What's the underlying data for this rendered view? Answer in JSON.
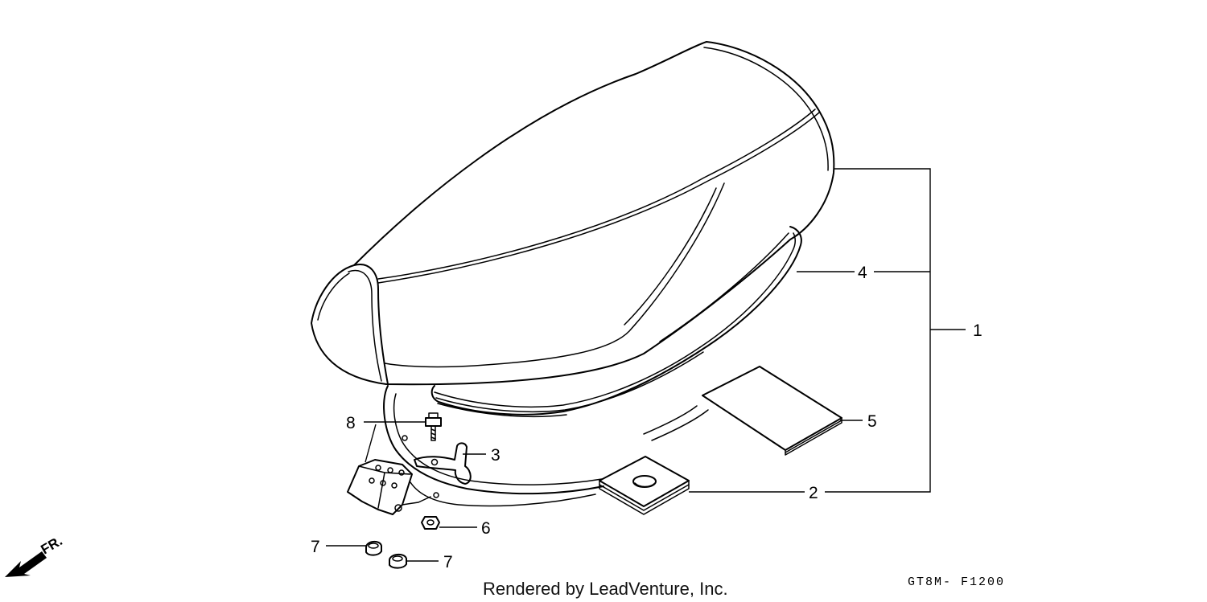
{
  "diagram": {
    "callouts": [
      {
        "id": "1",
        "label": "1"
      },
      {
        "id": "2",
        "label": "2"
      },
      {
        "id": "3",
        "label": "3"
      },
      {
        "id": "4",
        "label": "4"
      },
      {
        "id": "5",
        "label": "5"
      },
      {
        "id": "6",
        "label": "6"
      },
      {
        "id": "7a",
        "label": "7"
      },
      {
        "id": "7b",
        "label": "7"
      },
      {
        "id": "8",
        "label": "8"
      }
    ],
    "direction_label": "FR.",
    "credit": "Rendered by LeadVenture, Inc.",
    "figure_code": "GT8M- F1200"
  }
}
